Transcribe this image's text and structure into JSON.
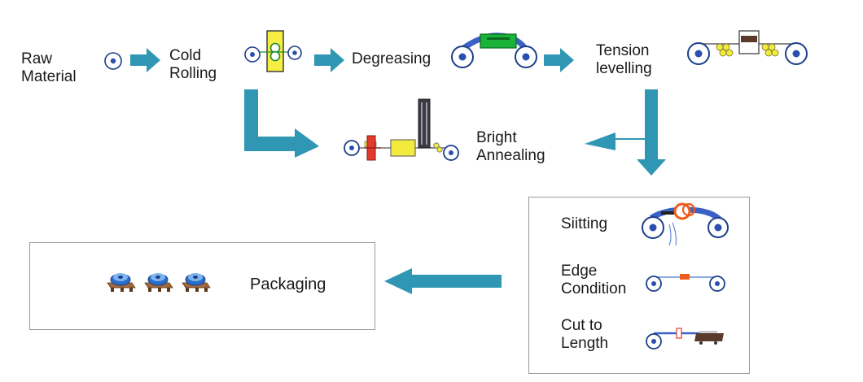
{
  "colors": {
    "arrow": "#2f97b3",
    "roll_stroke": "#1c3f8a",
    "belt": "#3a62c4",
    "box_border": "#9a9a9a",
    "furnace_green": "#19b33a",
    "annealing_yellow": "#f2ea3c",
    "heater_red": "#e23b2d",
    "slitting_orange": "#f05a1a",
    "pallet_brown": "#a0683c"
  },
  "steps": {
    "raw_material": "Raw\nMaterial",
    "cold_rolling": "Cold\nRolling",
    "degreasing": "Degreasing",
    "tension_levelling": "Tension\nlevelling",
    "bright_annealing": "Bright\nAnnealing",
    "slitting": "Siitting",
    "edge_condition": "Edge\nCondition",
    "cut_to_length": "Cut to\nLength",
    "packaging": "Packaging"
  },
  "icons": [
    "coil-icon",
    "cold-rolling-mill-icon",
    "degreasing-line-icon",
    "tension-leveller-icon",
    "bright-annealing-furnace-icon",
    "slitting-machine-icon",
    "edge-conditioning-line-icon",
    "cut-to-length-line-icon",
    "packaged-coil-icon"
  ]
}
